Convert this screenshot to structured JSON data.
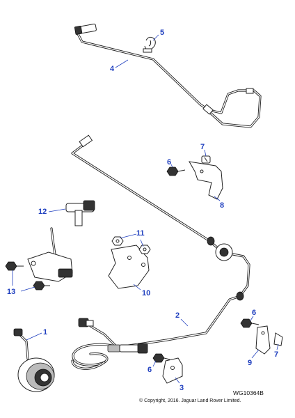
{
  "callouts": {
    "c1": "1",
    "c2": "2",
    "c3": "3",
    "c4": "4",
    "c5": "5",
    "c6a": "6",
    "c6b": "6",
    "c6c": "6",
    "c7a": "7",
    "c7b": "7",
    "c8": "8",
    "c9": "9",
    "c10": "10",
    "c11": "11",
    "c12": "12",
    "c13": "13"
  },
  "footer": {
    "drawing_code": "WG10364B",
    "copyright": "© Copyright, 2016. Jaguar Land Rover Limited."
  },
  "colors": {
    "callout": "#1f3fbf",
    "linework": "#222222"
  }
}
